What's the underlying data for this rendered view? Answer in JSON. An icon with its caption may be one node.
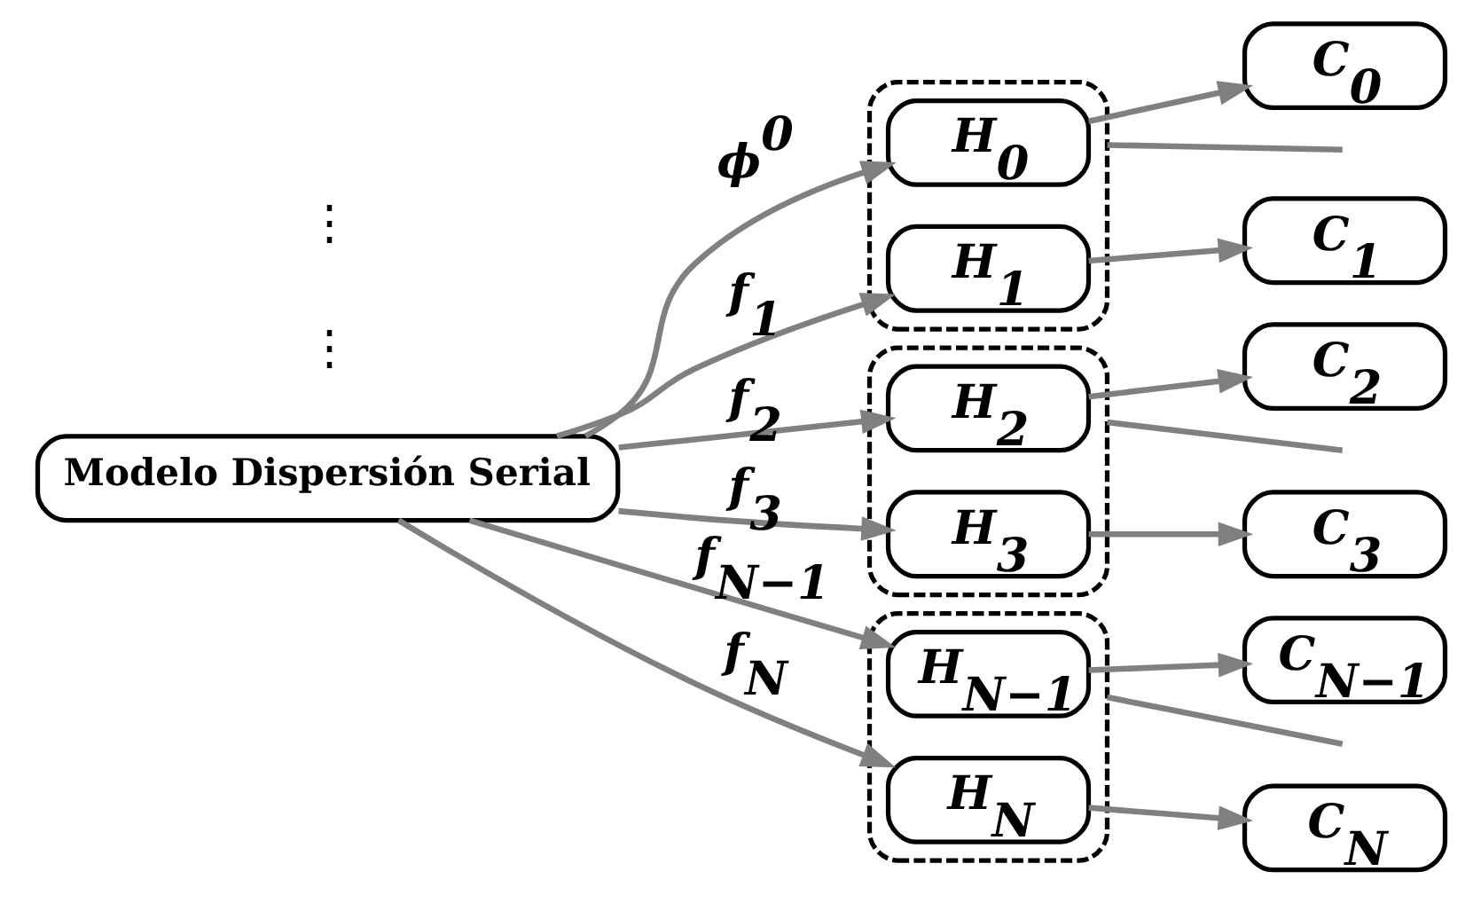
{
  "diagram": {
    "nodes": [
      {
        "text": [
          "Modelo Dispersión Serial"
        ]
      },
      {
        "text": [],
        "shape": "box"
      },
      {
        "text": [
          "H$_{0}$"
        ],
        "in": 1
      },
      {
        "text": [
          "H$_{1}$"
        ],
        "in": 1
      },
      {
        "text": [],
        "shape": "box"
      },
      {
        "text": [
          "H$_{2}$"
        ],
        "in": 4
      },
      {
        "text": [
          "H$_{3}$"
        ],
        "in": 4
      },
      {
        "text": [],
        "shape": "box"
      },
      {
        "text": [
          "H$_{N−1}$"
        ],
        "in": 7
      },
      {
        "text": [
          "H$_{N}$"
        ],
        "in": 7
      },
      {
        "text": [
          "C$_{0}$"
        ]
      },
      {
        "text": [
          "C$_{1}$"
        ]
      },
      {
        "text": [
          "C$_{2}$"
        ]
      },
      {
        "text": [
          "C$_{3}$"
        ]
      },
      {
        "text": [
          "C$_{N−1}$"
        ]
      },
      {
        "text": [
          "C$_{N}$"
        ]
      }
    ],
    "edges": [
      {
        "from": 0,
        "to": 2,
        "arrow": "to",
        "label": "ϕ$^{0}$"
      },
      {
        "from": 0,
        "to": 3,
        "arrow": "to",
        "label": "f$_{1}$"
      },
      {
        "from": 0,
        "to": 5,
        "arrow": "to",
        "label": "f$_{2}$"
      },
      {
        "from": 0,
        "to": 6,
        "arrow": "to",
        "label": "f$_{3}$"
      },
      {
        "from": 0,
        "to": 8,
        "arrow": "to",
        "label": "f$_{N−1}$"
      },
      {
        "from": 0,
        "to": 9,
        "arrow": "to",
        "label": "f$_{N}$"
      },
      {
        "from": 2,
        "to": 10,
        "arrow": "to"
      },
      {
        "from": 3,
        "to": 11,
        "arrow": "to"
      },
      {
        "from": 5,
        "to": 12,
        "arrow": "to"
      },
      {
        "from": 6,
        "to": 13,
        "arrow": "to"
      },
      {
        "from": 8,
        "to": 14,
        "arrow": "to"
      },
      {
        "from": 9,
        "to": 15,
        "arrow": "to"
      },
      {
        "from": 1,
        "to": null,
        "arrow": "none"
      },
      {
        "from": 4,
        "to": null,
        "arrow": "none"
      },
      {
        "from": 7,
        "to": null,
        "arrow": "none"
      }
    ],
    "labels": [
      "⋮",
      "⋮"
    ]
  }
}
